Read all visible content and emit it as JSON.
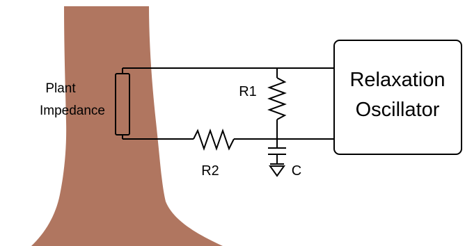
{
  "labels": {
    "plant_line1": "Plant",
    "plant_line2": "Impedance",
    "r1": "R1",
    "r2": "R2",
    "c": "C",
    "osc_line1": "Relaxation",
    "osc_line2": "Oscillator"
  },
  "colors": {
    "trunk": "#b07660",
    "wire": "#000000",
    "background": "#ffffff"
  },
  "icons": {
    "ground": "ground-icon"
  }
}
